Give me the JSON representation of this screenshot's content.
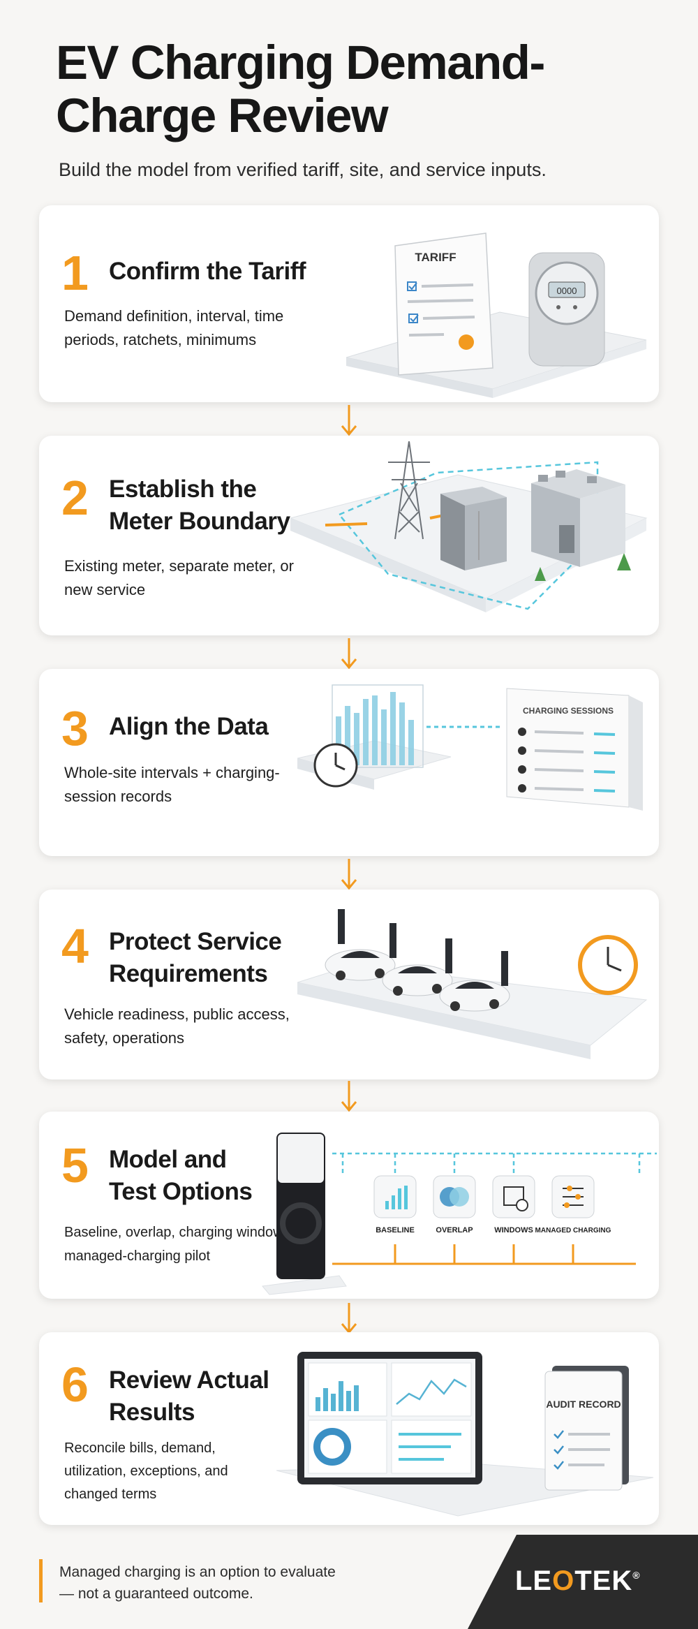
{
  "header": {
    "title": "EV Charging Demand-Charge Review",
    "subtitle": "Build the model from verified tariff, site, and service inputs."
  },
  "steps": [
    {
      "number": "1",
      "title": "Confirm the Tariff",
      "desc": "Demand definition, interval, time periods, ratchets, minimums",
      "illustration_text": "TARIFF"
    },
    {
      "number": "2",
      "title": "Establish the Meter Boundary",
      "desc": "Existing meter, separate meter, or new service"
    },
    {
      "number": "3",
      "title": "Align the Data",
      "desc": "Whole-site intervals + charging-session records",
      "illustration_text": "CHARGING SESSIONS"
    },
    {
      "number": "4",
      "title": "Protect Service Requirements",
      "desc": "Vehicle readiness, public access, safety, operations"
    },
    {
      "number": "5",
      "title": "Model and Test Options",
      "desc": "Baseline, overlap, charging windows, managed-charging pilot",
      "options": [
        "BASELINE",
        "OVERLAP",
        "WINDOWS",
        "MANAGED CHARGING"
      ]
    },
    {
      "number": "6",
      "title": "Review Actual Results",
      "desc": "Reconcile bills, demand, utilization, exceptions, and changed terms",
      "illustration_text": "AUDIT RECORD"
    }
  ],
  "footer": {
    "note": "Managed charging is an option to evaluate — not a guaranteed outcome.",
    "logo": {
      "pre": "LE",
      "o": "O",
      "post": "TEK",
      "reg": "®"
    }
  },
  "colors": {
    "accent": "#f29a1f",
    "dashed": "#56c6dc",
    "dark": "#2b2b2b"
  }
}
